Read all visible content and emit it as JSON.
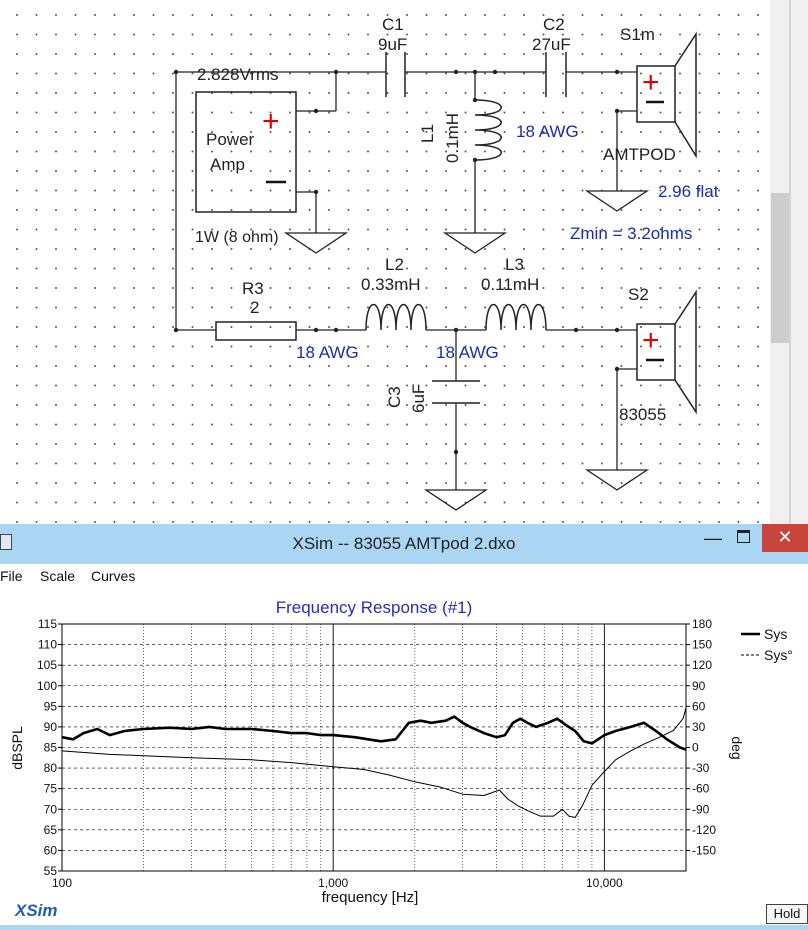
{
  "schematic": {
    "source_voltage": "2.828Vrms",
    "amp": {
      "line1": "Power",
      "line2": "Amp",
      "rating": "1W (8 ohm)"
    },
    "plus_sign": "+",
    "minus_sign": "−",
    "c1": {
      "name": "C1",
      "value": "9uF"
    },
    "c2": {
      "name": "C2",
      "value": "27uF"
    },
    "l1": {
      "name": "L1",
      "value": "0.1mH",
      "wire": "18 AWG"
    },
    "s1": {
      "name": "S1m",
      "driver": "AMTPOD",
      "note": "2.96 flat"
    },
    "zmin": "Zmin = 3.2ohms",
    "r3": {
      "name": "R3",
      "value": "2",
      "wire": "18 AWG"
    },
    "l2": {
      "name": "L2",
      "value": "0.33mH",
      "wire": "18 AWG"
    },
    "l3": {
      "name": "L3",
      "value": "0.11mH"
    },
    "c3": {
      "name": "C3",
      "value": "6uF"
    },
    "s2": {
      "name": "S2",
      "driver": "83055"
    }
  },
  "window": {
    "title": "XSim -- 83055 AMTpod 2.dxo",
    "min_glyph": "—",
    "close_glyph": "✕"
  },
  "menu": [
    "File",
    "Scale",
    "Curves"
  ],
  "chart_data": {
    "type": "line",
    "title": "Frequency Response (#1)",
    "xlabel": "frequency [Hz]",
    "ylabel": "dBSPL",
    "y2label": "deg",
    "xscale": "log",
    "xlim": [
      100,
      20000
    ],
    "ylim": [
      55,
      115
    ],
    "y2lim": [
      -180,
      180
    ],
    "x_ticks": [
      100,
      1000,
      10000
    ],
    "x_tick_labels": [
      "100",
      "1,000",
      "10,000"
    ],
    "y_ticks": [
      55,
      60,
      65,
      70,
      75,
      80,
      85,
      90,
      95,
      100,
      105,
      110,
      115
    ],
    "y2_ticks": [
      -150,
      -120,
      -90,
      -60,
      -30,
      0,
      30,
      60,
      90,
      120,
      150,
      180
    ],
    "grid": true,
    "legend_position": "top-right",
    "series": [
      {
        "name": "Sys",
        "axis": "left",
        "style": "solid-bold",
        "color": "#000000",
        "points": [
          [
            100,
            87.5
          ],
          [
            110,
            87
          ],
          [
            120,
            88.5
          ],
          [
            135,
            89.5
          ],
          [
            150,
            88
          ],
          [
            170,
            89
          ],
          [
            200,
            89.5
          ],
          [
            250,
            89.8
          ],
          [
            300,
            89.5
          ],
          [
            350,
            90
          ],
          [
            400,
            89.5
          ],
          [
            500,
            89.5
          ],
          [
            600,
            89
          ],
          [
            700,
            88.5
          ],
          [
            800,
            88.5
          ],
          [
            900,
            88
          ],
          [
            1000,
            88
          ],
          [
            1200,
            87.5
          ],
          [
            1500,
            86.5
          ],
          [
            1700,
            87
          ],
          [
            1900,
            91
          ],
          [
            2100,
            91.5
          ],
          [
            2300,
            91
          ],
          [
            2600,
            91.5
          ],
          [
            2800,
            92.5
          ],
          [
            3000,
            91
          ],
          [
            3200,
            90
          ],
          [
            3600,
            88.5
          ],
          [
            4000,
            87.5
          ],
          [
            4300,
            88
          ],
          [
            4600,
            91
          ],
          [
            4900,
            92
          ],
          [
            5200,
            91
          ],
          [
            5600,
            90
          ],
          [
            6200,
            91
          ],
          [
            6700,
            92
          ],
          [
            7200,
            90.5
          ],
          [
            7800,
            89
          ],
          [
            8400,
            86.5
          ],
          [
            9000,
            86
          ],
          [
            10000,
            88
          ],
          [
            11000,
            89
          ],
          [
            12500,
            90
          ],
          [
            14000,
            91
          ],
          [
            15500,
            89
          ],
          [
            17000,
            87
          ],
          [
            19000,
            85
          ],
          [
            20000,
            84.5
          ]
        ]
      },
      {
        "name": "Sys°",
        "axis": "right",
        "style": "dashed",
        "color": "#000000",
        "points": [
          [
            100,
            -5
          ],
          [
            150,
            -10
          ],
          [
            200,
            -12
          ],
          [
            300,
            -15
          ],
          [
            500,
            -18
          ],
          [
            700,
            -22
          ],
          [
            1000,
            -28
          ],
          [
            1300,
            -32
          ],
          [
            1600,
            -40
          ],
          [
            2000,
            -50
          ],
          [
            2500,
            -58
          ],
          [
            3000,
            -68
          ],
          [
            3600,
            -70
          ],
          [
            4100,
            -62
          ],
          [
            4400,
            -75
          ],
          [
            4800,
            -85
          ],
          [
            5200,
            -92
          ],
          [
            5800,
            -100
          ],
          [
            6500,
            -100
          ],
          [
            7000,
            -90
          ],
          [
            7400,
            -100
          ],
          [
            7800,
            -102
          ],
          [
            8300,
            -85
          ],
          [
            9000,
            -55
          ],
          [
            10000,
            -35
          ],
          [
            11000,
            -18
          ],
          [
            12500,
            -5
          ],
          [
            14000,
            5
          ],
          [
            16000,
            15
          ],
          [
            18000,
            25
          ],
          [
            19500,
            42
          ],
          [
            20000,
            58
          ]
        ]
      }
    ]
  },
  "footer": {
    "brand": "XSim",
    "hold": "Hold"
  }
}
